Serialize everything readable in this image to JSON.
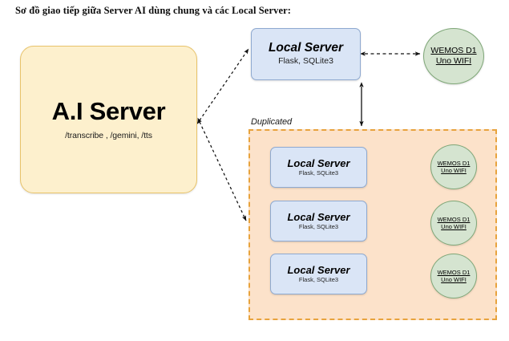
{
  "page": {
    "title": "Sơ đồ giao tiếp giữa Server AI dùng chung và các Local Server:",
    "background_color": "#ffffff"
  },
  "colors": {
    "ai_server_fill": "#fdf0cd",
    "ai_server_stroke": "#e8c36a",
    "local_server_fill": "#dae5f6",
    "local_server_stroke": "#8ea9d0",
    "wemos_fill": "#d5e4d0",
    "wemos_stroke": "#7fa778",
    "duplicated_fill": "#fce2ca",
    "duplicated_stroke": "#e8a33d",
    "edge_color": "#1a1a1a"
  },
  "nodes": {
    "ai_server": {
      "title": "A.I Server",
      "subtitle": "/transcribe , /gemini, /tts",
      "shape": "rounded-rectangle"
    },
    "local_server_main": {
      "title": "Local Server",
      "subtitle": "Flask, SQLite3",
      "shape": "rounded-rectangle"
    },
    "wemos_main": {
      "line1": "WEMOS D1",
      "line2": "Uno WIFI",
      "shape": "ellipse"
    },
    "duplicated_group": {
      "label": "Duplicated",
      "shape": "dashed-rectangle"
    },
    "duplicated_rows": [
      {
        "local_server": {
          "title": "Local Server",
          "subtitle": "Flask, SQLite3"
        },
        "wemos": {
          "line1": "WEMOS D1",
          "line2": "Uno WIFI"
        }
      },
      {
        "local_server": {
          "title": "Local Server",
          "subtitle": "Flask, SQLite3"
        },
        "wemos": {
          "line1": "WEMOS D1",
          "line2": "Uno WIFI"
        }
      },
      {
        "local_server": {
          "title": "Local Server",
          "subtitle": "Flask, SQLite3"
        },
        "wemos": {
          "line1": "WEMOS D1",
          "line2": "Uno WIFI"
        }
      }
    ]
  },
  "edges": [
    {
      "id": "ai-to-local-main",
      "from": "ai_server",
      "to": "local_server_main",
      "style": "dashed",
      "arrows": "both"
    },
    {
      "id": "ai-to-duplicated",
      "from": "ai_server",
      "to": "duplicated_group",
      "style": "dashed",
      "arrows": "both"
    },
    {
      "id": "local-main-to-wemos-main",
      "from": "local_server_main",
      "to": "wemos_main",
      "style": "dashed",
      "arrows": "both"
    },
    {
      "id": "local-main-to-duplicated",
      "from": "local_server_main",
      "to": "duplicated_group",
      "style": "solid",
      "arrows": "both"
    },
    {
      "id": "dup-row-1",
      "from": "duplicated_rows.0.local_server",
      "to": "duplicated_rows.0.wemos",
      "style": "dashed",
      "arrows": "both"
    },
    {
      "id": "dup-row-2",
      "from": "duplicated_rows.1.local_server",
      "to": "duplicated_rows.1.wemos",
      "style": "dashed",
      "arrows": "both"
    },
    {
      "id": "dup-row-3",
      "from": "duplicated_rows.2.local_server",
      "to": "duplicated_rows.2.wemos",
      "style": "dashed",
      "arrows": "both"
    }
  ]
}
